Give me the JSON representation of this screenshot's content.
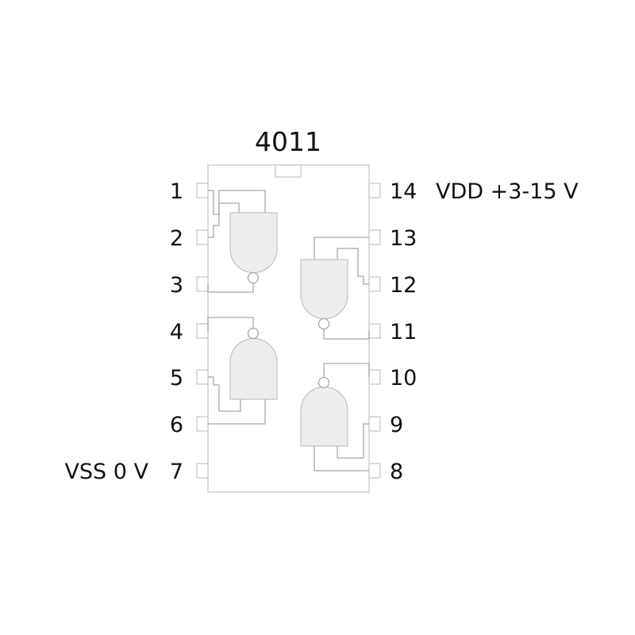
{
  "chip": {
    "part_number": "4011"
  },
  "pins": {
    "left": [
      "1",
      "2",
      "3",
      "4",
      "5",
      "6",
      "7"
    ],
    "right": [
      "14",
      "13",
      "12",
      "11",
      "10",
      "9",
      "8"
    ]
  },
  "power": {
    "vdd_label": "VDD +3-15 V",
    "vss_label": "VSS 0 V"
  },
  "colors": {
    "outline": "#c8c8c8",
    "wire": "#a8a8a8",
    "gate_fill": "#eceded",
    "text": "#111111"
  }
}
